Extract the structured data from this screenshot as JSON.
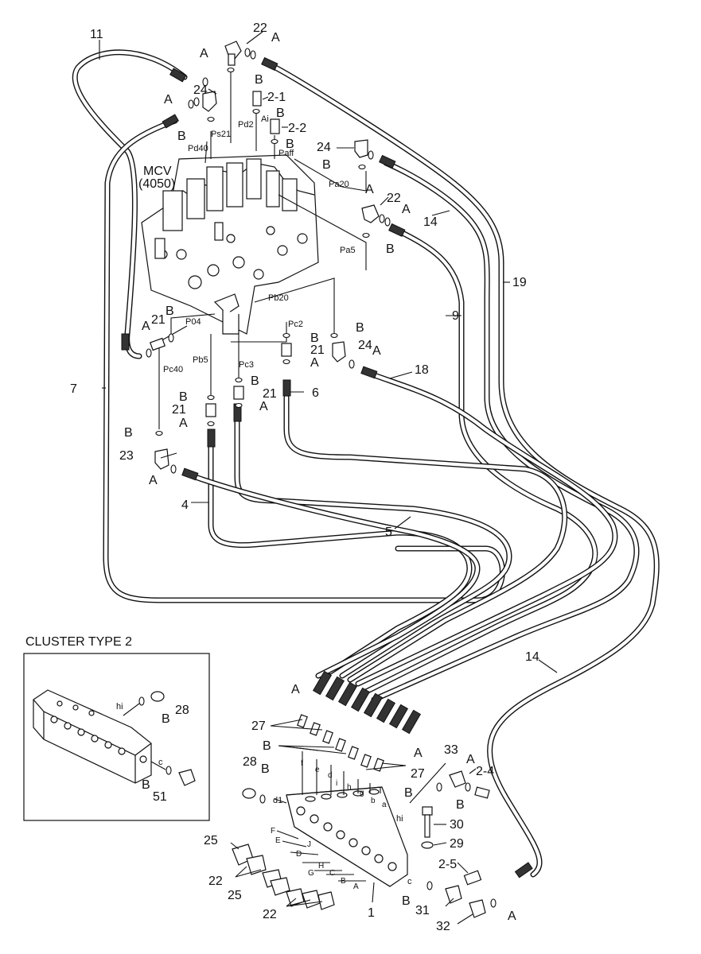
{
  "inset_title": "CLUSTER TYPE 2",
  "labels": [
    {
      "id": "l11",
      "text": "11"
    },
    {
      "id": "l22a",
      "text": "22"
    },
    {
      "id": "lA1",
      "text": "A"
    },
    {
      "id": "lA2",
      "text": "A"
    },
    {
      "id": "lB1",
      "text": "B"
    },
    {
      "id": "l24a",
      "text": "24"
    },
    {
      "id": "lA3",
      "text": "A"
    },
    {
      "id": "l21a",
      "text": "2-1"
    },
    {
      "id": "lB2",
      "text": "B"
    },
    {
      "id": "l22b",
      "text": "2-2"
    },
    {
      "id": "lB3",
      "text": "B"
    },
    {
      "id": "lB4",
      "text": "B"
    },
    {
      "id": "l24b",
      "text": "24"
    },
    {
      "id": "lB5",
      "text": "B"
    },
    {
      "id": "lA4",
      "text": "A"
    },
    {
      "id": "l22c",
      "text": "22"
    },
    {
      "id": "lA5",
      "text": "A"
    },
    {
      "id": "l14a",
      "text": "14"
    },
    {
      "id": "lB6",
      "text": "B"
    },
    {
      "id": "l19",
      "text": "19"
    },
    {
      "id": "l9",
      "text": "9"
    },
    {
      "id": "lMCV1",
      "text": "MCV"
    },
    {
      "id": "lMCV2",
      "text": "(4050)"
    },
    {
      "id": "lA6",
      "text": "A"
    },
    {
      "id": "l21b",
      "text": "21"
    },
    {
      "id": "lB7",
      "text": "B"
    },
    {
      "id": "lB8",
      "text": "B"
    },
    {
      "id": "l21c",
      "text": "21"
    },
    {
      "id": "lA7",
      "text": "A"
    },
    {
      "id": "lB9",
      "text": "B"
    },
    {
      "id": "l24c",
      "text": "24"
    },
    {
      "id": "lA8",
      "text": "A"
    },
    {
      "id": "l7",
      "text": "7"
    },
    {
      "id": "l18",
      "text": "18"
    },
    {
      "id": "lB10",
      "text": "B"
    },
    {
      "id": "l21d",
      "text": "21"
    },
    {
      "id": "lA9",
      "text": "A"
    },
    {
      "id": "l6",
      "text": "6"
    },
    {
      "id": "lB11",
      "text": "B"
    },
    {
      "id": "l21e",
      "text": "21"
    },
    {
      "id": "lA10",
      "text": "A"
    },
    {
      "id": "lB12",
      "text": "B"
    },
    {
      "id": "l23",
      "text": "23"
    },
    {
      "id": "lA11",
      "text": "A"
    },
    {
      "id": "l4",
      "text": "4"
    },
    {
      "id": "l5",
      "text": "5"
    },
    {
      "id": "l14b",
      "text": "14"
    },
    {
      "id": "lA12",
      "text": "A"
    },
    {
      "id": "l27a",
      "text": "27"
    },
    {
      "id": "lB13",
      "text": "B"
    },
    {
      "id": "lA13",
      "text": "A"
    },
    {
      "id": "l27b",
      "text": "27"
    },
    {
      "id": "l28a",
      "text": "28"
    },
    {
      "id": "lB14",
      "text": "B"
    },
    {
      "id": "lB15",
      "text": "B"
    },
    {
      "id": "l33",
      "text": "33"
    },
    {
      "id": "lA14",
      "text": "A"
    },
    {
      "id": "l24d",
      "text": "2-4"
    },
    {
      "id": "lB16",
      "text": "B"
    },
    {
      "id": "l30",
      "text": "30"
    },
    {
      "id": "l29",
      "text": "29"
    },
    {
      "id": "l25a",
      "text": "25"
    },
    {
      "id": "l22d",
      "text": "22"
    },
    {
      "id": "l25b",
      "text": "25"
    },
    {
      "id": "l22e",
      "text": "22"
    },
    {
      "id": "l1",
      "text": "1"
    },
    {
      "id": "l25c",
      "text": "2-5"
    },
    {
      "id": "lB17",
      "text": "B"
    },
    {
      "id": "l31",
      "text": "31"
    },
    {
      "id": "l32",
      "text": "32"
    },
    {
      "id": "lA15",
      "text": "A"
    },
    {
      "id": "l28b",
      "text": "28"
    },
    {
      "id": "lB18",
      "text": "B"
    },
    {
      "id": "lB19",
      "text": "B"
    },
    {
      "id": "l51",
      "text": "51"
    }
  ],
  "ports": [
    {
      "id": "pPs21",
      "text": "Ps21"
    },
    {
      "id": "pPd2",
      "text": "Pd2"
    },
    {
      "id": "pAi",
      "text": "Ai"
    },
    {
      "id": "pPd40",
      "text": "Pd40"
    },
    {
      "id": "pPaff",
      "text": "Paff"
    },
    {
      "id": "pPa20",
      "text": "Pa20"
    },
    {
      "id": "pPa5",
      "text": "Pa5"
    },
    {
      "id": "pPb20",
      "text": "Pb20"
    },
    {
      "id": "pP04",
      "text": "P04"
    },
    {
      "id": "pPc2",
      "text": "Pc2"
    },
    {
      "id": "pPc40",
      "text": "Pc40"
    },
    {
      "id": "pPb5",
      "text": "Pb5"
    },
    {
      "id": "pPc3",
      "text": "Pc3"
    },
    {
      "id": "pd1",
      "text": "d1"
    },
    {
      "id": "phi",
      "text": "hi"
    },
    {
      "id": "phi2",
      "text": "hi"
    },
    {
      "id": "pc",
      "text": "c"
    },
    {
      "id": "pc2",
      "text": "c"
    },
    {
      "id": "pf",
      "text": "f"
    },
    {
      "id": "pe",
      "text": "e"
    },
    {
      "id": "pd",
      "text": "d"
    },
    {
      "id": "pi",
      "text": "i"
    },
    {
      "id": "ph",
      "text": "h"
    },
    {
      "id": "pg",
      "text": "g"
    },
    {
      "id": "pb",
      "text": "b"
    },
    {
      "id": "pa",
      "text": "a"
    },
    {
      "id": "pF",
      "text": "F"
    },
    {
      "id": "pE",
      "text": "E"
    },
    {
      "id": "pD",
      "text": "D"
    },
    {
      "id": "pJ",
      "text": "J"
    },
    {
      "id": "pG",
      "text": "G"
    },
    {
      "id": "pH",
      "text": "H"
    },
    {
      "id": "pC",
      "text": "C"
    },
    {
      "id": "pBB",
      "text": "B"
    },
    {
      "id": "pAA",
      "text": "A"
    }
  ]
}
